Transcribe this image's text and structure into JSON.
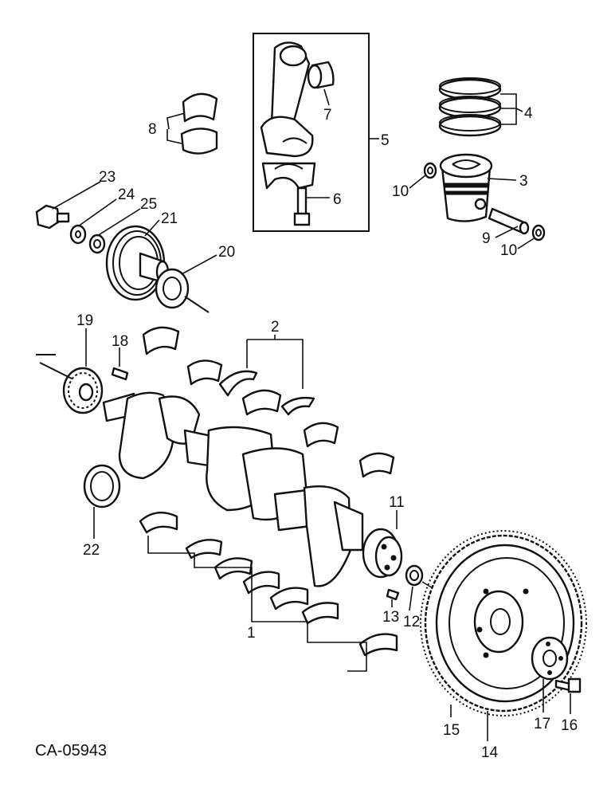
{
  "figure_code": "CA-05943",
  "callouts": {
    "c1": "1",
    "c2": "2",
    "c3": "3",
    "c4": "4",
    "c5": "5",
    "c6": "6",
    "c7": "7",
    "c8": "8",
    "c9": "9",
    "c10a": "10",
    "c10b": "10",
    "c11": "11",
    "c12": "12",
    "c13": "13",
    "c14": "14",
    "c15": "15",
    "c16": "16",
    "c17": "17",
    "c18": "18",
    "c19": "19",
    "c20": "20",
    "c21": "21",
    "c22": "22",
    "c23": "23",
    "c24": "24",
    "c25": "25"
  }
}
